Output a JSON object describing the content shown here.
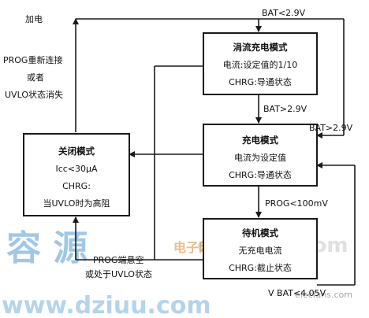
{
  "labels": {
    "power_on": "加电",
    "reconnect_line1": "PROG重新连接",
    "reconnect_line2": "或者",
    "reconnect_line3": "UVLO状态消失",
    "bat_lt_29": "BAT<2.9V",
    "bat_gt_29_mid": "BAT>2.9V",
    "bat_gt_29_right": "BAT>2.9V",
    "prog_lt_100": "PROG<100mV",
    "prog_float_line1": "PROG端悬空",
    "prog_float_line2": "或处于UVLO状态",
    "bat_lt_405": "V BAT<4.05V"
  },
  "states": {
    "trickle": {
      "title": "涓流充电模式",
      "line1": "电流:设定值的1/10",
      "line2": "CHRG:导通状态"
    },
    "charge": {
      "title": "充电模式",
      "line1": "电流为设定值",
      "line2": "CHRG:导通状态"
    },
    "standby": {
      "title": "待机模式",
      "line1": "无充电电流",
      "line2": "CHRG:截止状态"
    },
    "shutdown": {
      "title": "关闭模式",
      "line1": "Icc<30μA",
      "line2": "CHRG:",
      "line3": "当UVLO时为高阻"
    }
  },
  "watermarks": {
    "big": "容 源",
    "site": "电子网",
    "url": "www.dziuu.com",
    "url2": "ecoshou.com",
    "small": "elecfans.com"
  },
  "colors": {
    "line": "#1a1a1a",
    "watermark_blue": "#2f86c8",
    "watermark_orange": "#e08a2a"
  }
}
